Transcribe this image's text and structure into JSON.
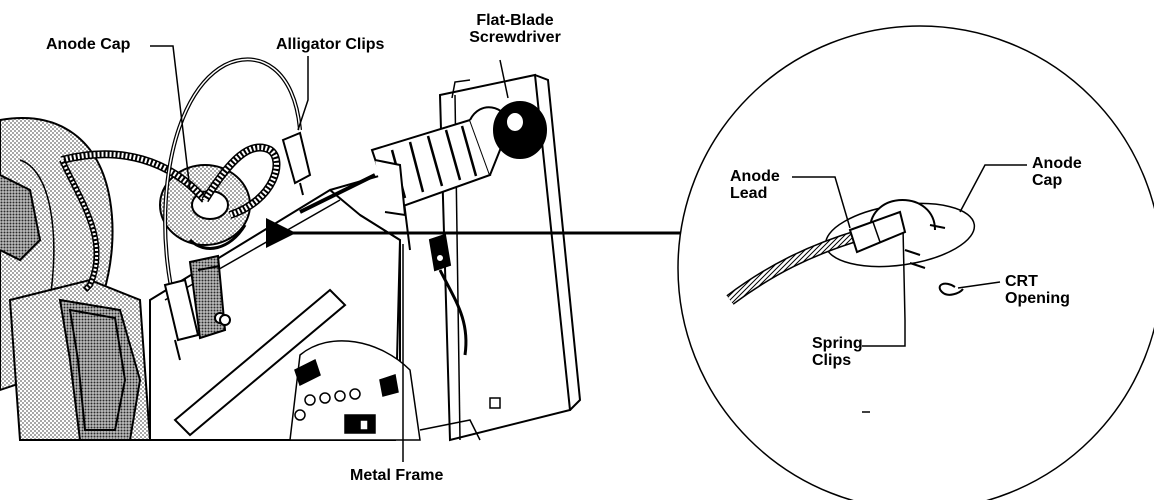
{
  "labels": {
    "anode_cap_main": "Anode Cap",
    "alligator_clips": "Alligator Clips",
    "flat_blade_screwdriver": [
      "Flat-Blade",
      "Screwdriver"
    ],
    "metal_frame": "Metal Frame",
    "anode_lead": [
      "Anode",
      "Lead"
    ],
    "anode_cap_detail": [
      "Anode",
      "Cap"
    ],
    "crt_opening": [
      "CRT",
      "Opening"
    ],
    "spring_clips": [
      "Spring",
      "Clips"
    ]
  },
  "colors": {
    "ink": "#000000",
    "paper": "#ffffff",
    "stipple": "#9a9a9a"
  }
}
